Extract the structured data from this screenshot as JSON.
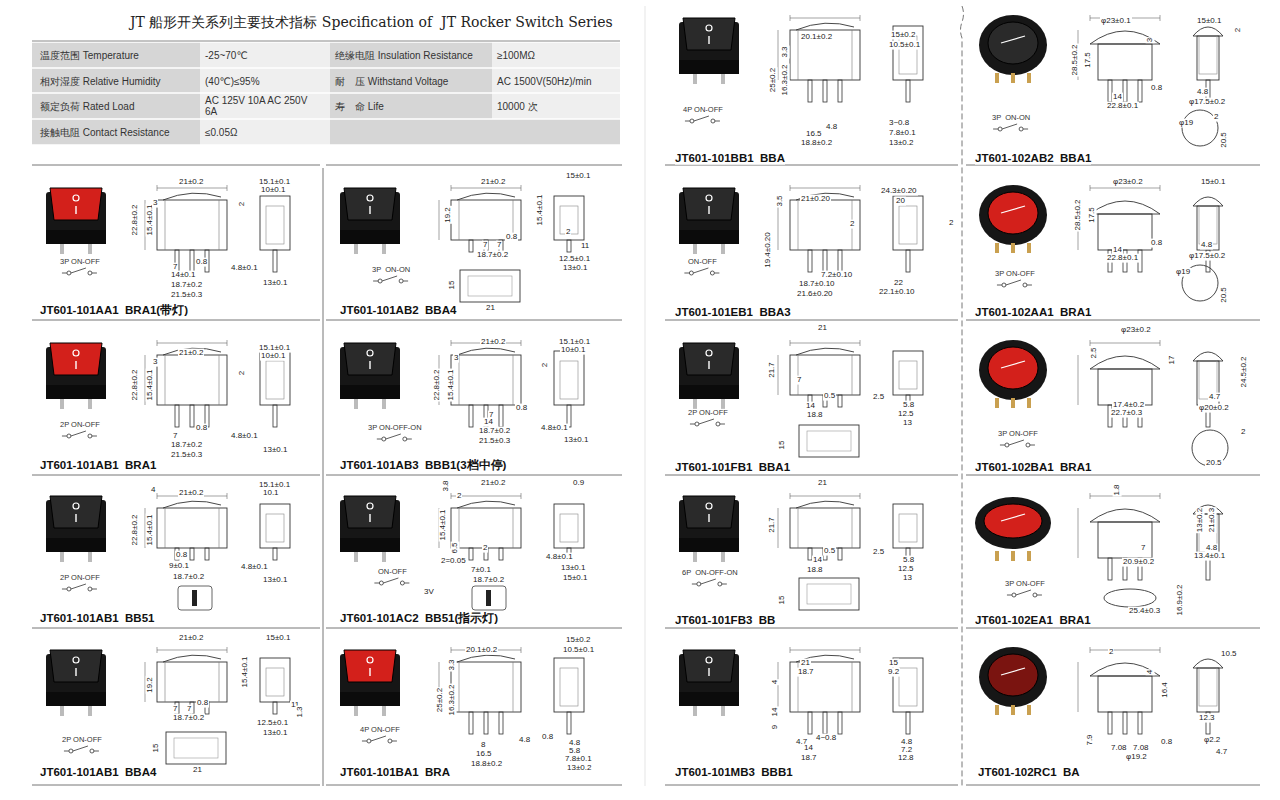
{
  "diagram": {
    "title": "JT 船形开关系列主要技术指标 Specification of  JT Rocker Switch Series",
    "labels": [
      "温度范围 Temperature",
      "-25~70℃",
      "绝缘电阻 Insulation Resistance",
      "≥100MΩ",
      "相对湿度 Relative Humidity",
      "(40℃)≤95%",
      "耐　压 Withstand Voltage",
      "AC 1500V(50Hz)/min",
      "额定负荷 Rated Load",
      "AC 125V 10A AC 250V 6A",
      "寿　命 Life",
      "10000 次",
      "接触电阻 Contact Resistance",
      "≤0.05Ω",
      "3P ON-OFF",
      "JT601-101AA1  BRA1(带灯)",
      "21±0.2",
      "22.8±0.2",
      "15.4±0.1",
      "3",
      "0.8",
      "7",
      "14±0.1",
      "18.7±0.2",
      "21.5±0.3",
      "15.1±0.1",
      "10±0.1",
      "2",
      "4.8±0.1",
      "13±0.1",
      "3P  ON-ON",
      "JT601-101AB2  BBA4",
      "21±0.2",
      "19.2",
      "0.8",
      "7",
      "7",
      "18.7±0.2",
      "15.4±0.1",
      "15±0.1",
      "12.5±0.1",
      "13±0.1",
      "11",
      "2",
      "15",
      "21",
      "2P ON-OFF",
      "JT601-101AB1  BRA1",
      "21±0.2",
      "22.8±0.2",
      "15.4±0.1",
      "3",
      "0.8",
      "7",
      "18.7±0.2",
      "21.5±0.3",
      "15.1±0.1",
      "10±0.1",
      "2",
      "4.8±0.1",
      "13±0.1",
      "3P ON-OFF-ON",
      "JT601-101AB3  BBB1(3档中停)",
      "21±0.2",
      "22.8±0.2",
      "15.4±0.1",
      "3",
      "0.8",
      "7",
      "14",
      "18.7±0.2",
      "21.5±0.3",
      "15.1±0.1",
      "10±0.1",
      "2",
      "4.8±0.1",
      "13±0.1",
      "2P ON-OFF",
      "JT601-101AB1  BB51",
      "21±0.2",
      "4",
      "22.8±0.2",
      "15.4±0.1",
      "0.8",
      "9±0.1",
      "18.7±0.2",
      "15.1±0.1",
      "10.1",
      "4.8±0.1",
      "13±0.1",
      "ON-OFF",
      "3V",
      "JT601-101AC2  BB51(指示灯)",
      "21±0.2",
      "3.8",
      "2",
      "15.4±0.1",
      "6.5",
      "2",
      "2=0.05",
      "7±0.1",
      "18.7±0.2",
      "0.9",
      "4.8±0.1",
      "13±0.1",
      "15±0.1",
      "2P ON-OFF",
      "JT601-101AB1  BBA4",
      "21±0.2",
      "19.2",
      "0.8",
      "7",
      "7",
      "18.7±0.2",
      "15±0.1",
      "15.4±0.1",
      "12.5±0.1",
      "13±0.1",
      "11",
      "1.3",
      "15",
      "21",
      "4P ON-OFF",
      "JT601-101BA1  BRA",
      "20.1±0.2",
      "25±0.2",
      "16.3±0.2",
      "3.3",
      "8",
      "16.5",
      "18.8±0.2",
      "4.8",
      "15±0.2",
      "10.5±0.1",
      "0.8",
      "4.8",
      "5.8",
      "7.8±0.1",
      "13±0.2",
      "4P ON-OFF",
      "JT601-101BB1  BBA",
      "20.1±0.2",
      "25±0.2",
      "16.3±0.2",
      "3.3",
      "4.8",
      "16.5",
      "18.8±0.2",
      "15±0.2",
      "10.5±0.1",
      "3~0.8",
      "7.8±0.1",
      "13±0.2",
      "3P  ON-ON",
      "JT601-102AB2  BBA1",
      "φ23±0.1",
      "28.5±0.2",
      "17.5",
      "3",
      "0.8",
      "14",
      "22.8±0.1",
      "15±0.1",
      "2",
      "4.8",
      "φ17.5±0.2",
      "φ19",
      "2",
      "20.5",
      "ON-OFF",
      "JT601-101EB1  BBA3",
      "21±0.20",
      "3.5",
      "19.4±0.20",
      "2",
      "7.2±0.10",
      "18.7±0.10",
      "21.6±0.20",
      "24.3±0.20",
      "20",
      "2",
      "22",
      "22.1±0.10",
      "3P ON-OFF",
      "JT601-102AA1  BRA1",
      "φ23±0.2",
      "28.5±0.2",
      "17.5",
      "0.8",
      "14",
      "22.8±0.1",
      "15±0.1",
      "4.8",
      "φ17.5±0.2",
      "φ19",
      "20.5",
      "2P ON-OFF",
      "JT601-101FB1  BBA1",
      "21",
      "21.7",
      "7",
      "0.5",
      "14",
      "18.8",
      "15",
      "2.5",
      "5.8",
      "12.5",
      "13",
      "3P ON-OFF",
      "JT601-102BA1  BRA1",
      "φ23±0.2",
      "2.5",
      "17.4±0.2",
      "22.7±0.3",
      "17",
      "24.5±0.2",
      "4.7",
      "φ20±0.2",
      "2",
      "20.5",
      "6P  ON-OFF-ON",
      "JT601-101FB3  BB",
      "21",
      "21.7",
      "0.5",
      "14",
      "18.8",
      "15",
      "2.5",
      "5.8",
      "12.5",
      "13",
      "3P ON-OFF",
      "JT601-102EA1  BRA1",
      "1.8",
      "7",
      "20.9±0.2",
      "13±0.2",
      "21±0.3",
      "4.8",
      "13.4±0.1",
      "16.9±0.2",
      "25.4±0.3",
      "JT601-101MB3  BBB1",
      "21",
      "18.7",
      "4",
      "14",
      "9",
      "4.7",
      "4~0.8",
      "14",
      "18.7",
      "15",
      "9.2",
      "4.8",
      "7.2",
      "12.8",
      "JT601-102RC1  BA",
      "2",
      "4",
      "16.4",
      "7.9",
      "7.08",
      "7.08",
      "0.8",
      "φ19.2",
      "10.5",
      "12.3",
      "φ2.2",
      "4.7"
    ]
  }
}
